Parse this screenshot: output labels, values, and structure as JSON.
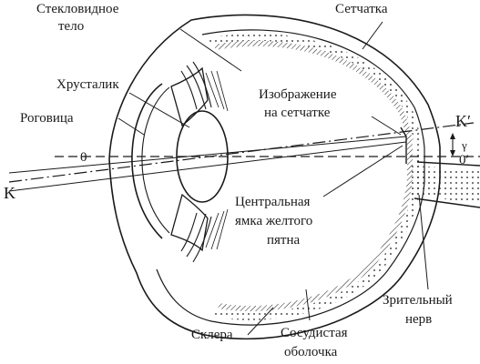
{
  "labels": {
    "vitreous": [
      "Стекловидное",
      "тело"
    ],
    "retina": "Сетчатка",
    "lens": "Хрусталик",
    "cornea": "Роговица",
    "image_on_retina": [
      "Изображение",
      "на сетчатке"
    ],
    "fovea": [
      "Центральная",
      "ямка желтого",
      "пятна"
    ],
    "sclera": "Склера",
    "choroid": [
      "Сосудистая",
      "оболочка"
    ],
    "optic_nerve": [
      "Зрительный",
      "нерв"
    ]
  },
  "axis_marks": {
    "left_zero": "0",
    "right_zero": "0′",
    "left_k": "K",
    "right_k": "K′",
    "angle": "γ"
  }
}
